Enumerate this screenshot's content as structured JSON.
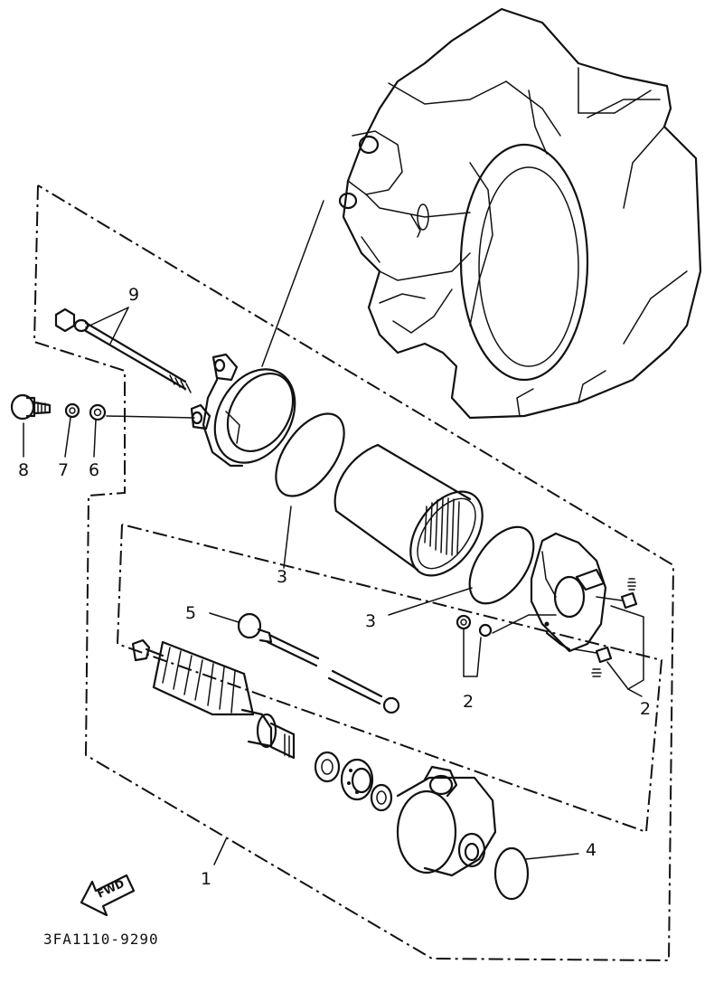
{
  "diagram": {
    "part_code": "3FA1110-9290",
    "fwd_label": "FWD",
    "callouts": [
      {
        "id": "c1",
        "label": "1"
      },
      {
        "id": "c2a",
        "label": "2"
      },
      {
        "id": "c2b",
        "label": "2"
      },
      {
        "id": "c3a",
        "label": "3"
      },
      {
        "id": "c3b",
        "label": "3"
      },
      {
        "id": "c4",
        "label": "4"
      },
      {
        "id": "c5",
        "label": "5"
      },
      {
        "id": "c6",
        "label": "6"
      },
      {
        "id": "c7",
        "label": "7"
      },
      {
        "id": "c8",
        "label": "8"
      },
      {
        "id": "c9",
        "label": "9"
      }
    ]
  }
}
